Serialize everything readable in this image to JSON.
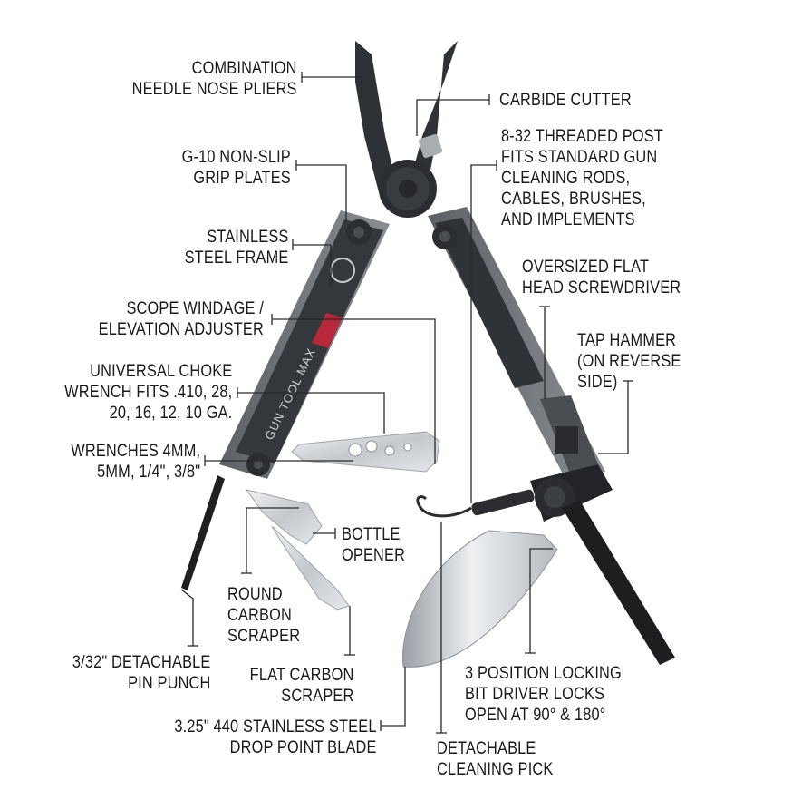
{
  "product": {
    "brand_text": "GUN TOOL MAX"
  },
  "callouts": [
    {
      "id": "pliers",
      "lines": [
        "COMBINATION",
        "NEEDLE NOSE PLIERS"
      ]
    },
    {
      "id": "cutter",
      "lines": [
        "CARBIDE CUTTER"
      ]
    },
    {
      "id": "grip",
      "lines": [
        "G-10 NON-SLIP",
        "GRIP PLATES"
      ]
    },
    {
      "id": "post",
      "lines": [
        "8-32 THREADED POST",
        "FITS STANDARD GUN",
        "CLEANING RODS,",
        "CABLES, BRUSHES,",
        "AND IMPLEMENTS"
      ]
    },
    {
      "id": "frame",
      "lines": [
        "STAINLESS",
        "STEEL FRAME"
      ]
    },
    {
      "id": "flathead",
      "lines": [
        "OVERSIZED FLAT",
        "HEAD SCREWDRIVER"
      ]
    },
    {
      "id": "scope",
      "lines": [
        "SCOPE WINDAGE /",
        "ELEVATION ADJUSTER"
      ]
    },
    {
      "id": "hammer",
      "lines": [
        "TAP HAMMER",
        "(ON REVERSE",
        "SIDE)"
      ]
    },
    {
      "id": "choke",
      "lines": [
        "UNIVERSAL CHOKE",
        "WRENCH FITS .410, 28,",
        "20, 16, 12, 10 GA."
      ]
    },
    {
      "id": "wrenches",
      "lines": [
        "WRENCHES 4MM,",
        "5MM, 1/4\", 3/8\""
      ]
    },
    {
      "id": "bottle",
      "lines": [
        "BOTTLE",
        "OPENER"
      ]
    },
    {
      "id": "round",
      "lines": [
        "ROUND",
        "CARBON",
        "SCRAPER"
      ]
    },
    {
      "id": "punch",
      "lines": [
        "3/32\" DETACHABLE",
        "PIN PUNCH"
      ]
    },
    {
      "id": "flatscraper",
      "lines": [
        "FLAT CARBON",
        "SCRAPER"
      ]
    },
    {
      "id": "bitdriver",
      "lines": [
        "3 POSITION LOCKING",
        "BIT DRIVER LOCKS",
        "OPEN AT 90° & 180°"
      ]
    },
    {
      "id": "blade",
      "lines": [
        "3.25\" 440 STAINLESS STEEL",
        "DROP POINT BLADE"
      ]
    },
    {
      "id": "pick",
      "lines": [
        "DETACHABLE",
        "CLEANING PICK"
      ]
    }
  ],
  "colors": {
    "text": "#1a1a1a",
    "handle_dark": "#3a3d41",
    "handle_grey": "#7c8085",
    "steel": "#c9cdd1",
    "accent_red": "#b8283a"
  }
}
